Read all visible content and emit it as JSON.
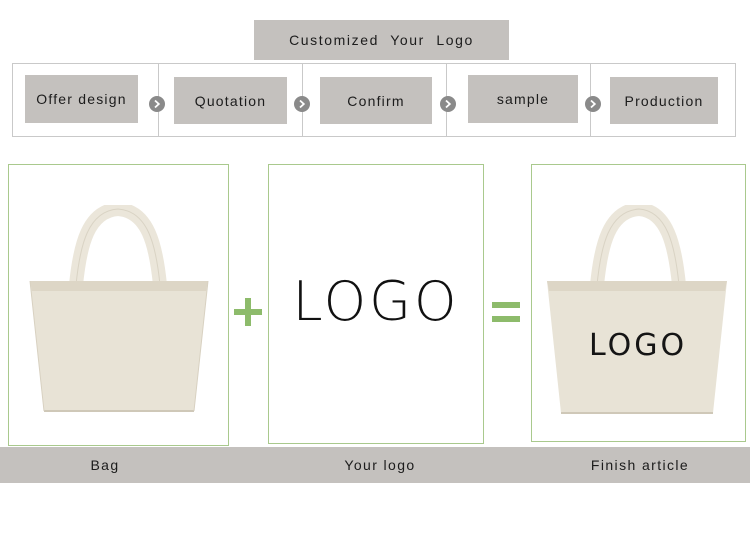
{
  "header": {
    "title": "Customized  Your  Logo"
  },
  "process": {
    "steps": [
      {
        "label": "Offer design"
      },
      {
        "label": "Quotation"
      },
      {
        "label": "Confirm"
      },
      {
        "label": "sample"
      },
      {
        "label": "Production"
      }
    ],
    "arrow_icon": "chevron-right-circle-icon"
  },
  "equation": {
    "plus_symbol": "plus-icon",
    "equals_symbol": "equals-icon",
    "symbol_color": "#8dbb6b",
    "logo_text": "LOGO",
    "bag_logo_text": "LOGO"
  },
  "captions": {
    "bag": "Bag",
    "logo": "Your logo",
    "finish": "Finish article"
  },
  "colors": {
    "label_box": "#c4c1be",
    "panel_border": "#a9c98d",
    "bag_canvas": "#e8e3d6"
  }
}
